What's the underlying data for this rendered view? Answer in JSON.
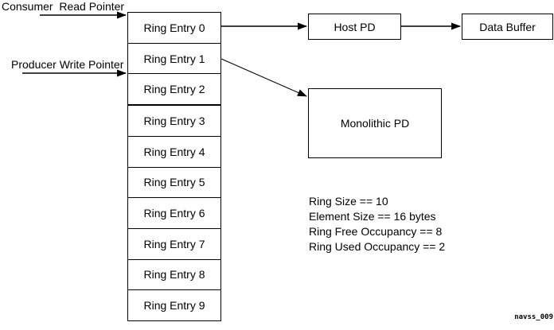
{
  "diagram": {
    "pointers": {
      "consumer_label": "Consumer  Read Pointer",
      "producer_label": "Producer Write Pointer"
    },
    "ring": {
      "entries": [
        "Ring Entry 0",
        "Ring Entry 1",
        "Ring Entry 2",
        "Ring Entry 3",
        "Ring Entry 4",
        "Ring Entry 5",
        "Ring Entry 6",
        "Ring Entry 7",
        "Ring Entry 8",
        "Ring Entry 9"
      ],
      "thick_divider_before_index": 3
    },
    "nodes": {
      "host_pd": "Host PD",
      "data_buffer": "Data Buffer",
      "monolithic_pd": "Monolithic PD"
    },
    "stats_lines": [
      "Ring Size == 10",
      "Element Size == 16 bytes",
      "Ring Free Occupancy == 8",
      "Ring Used Occupancy == 2"
    ],
    "watermark": "navss_009",
    "colors": {
      "line": "#000000",
      "background": "#ffffff"
    }
  }
}
